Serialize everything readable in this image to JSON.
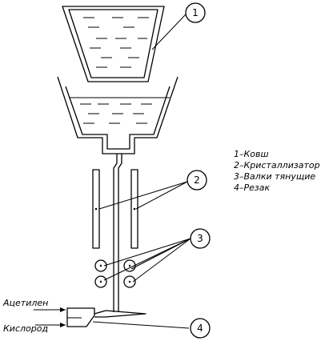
{
  "legend": [
    "1–Ковш",
    "2–Кристаллизатор",
    "3–Валки тянущие",
    "4–Резак"
  ],
  "callouts": {
    "ladle": "1",
    "crystallizer": "2",
    "rolls": "3",
    "cutter": "4"
  },
  "gas_labels": {
    "acetylene": "Ацетилен",
    "oxygen": "Кислород"
  }
}
